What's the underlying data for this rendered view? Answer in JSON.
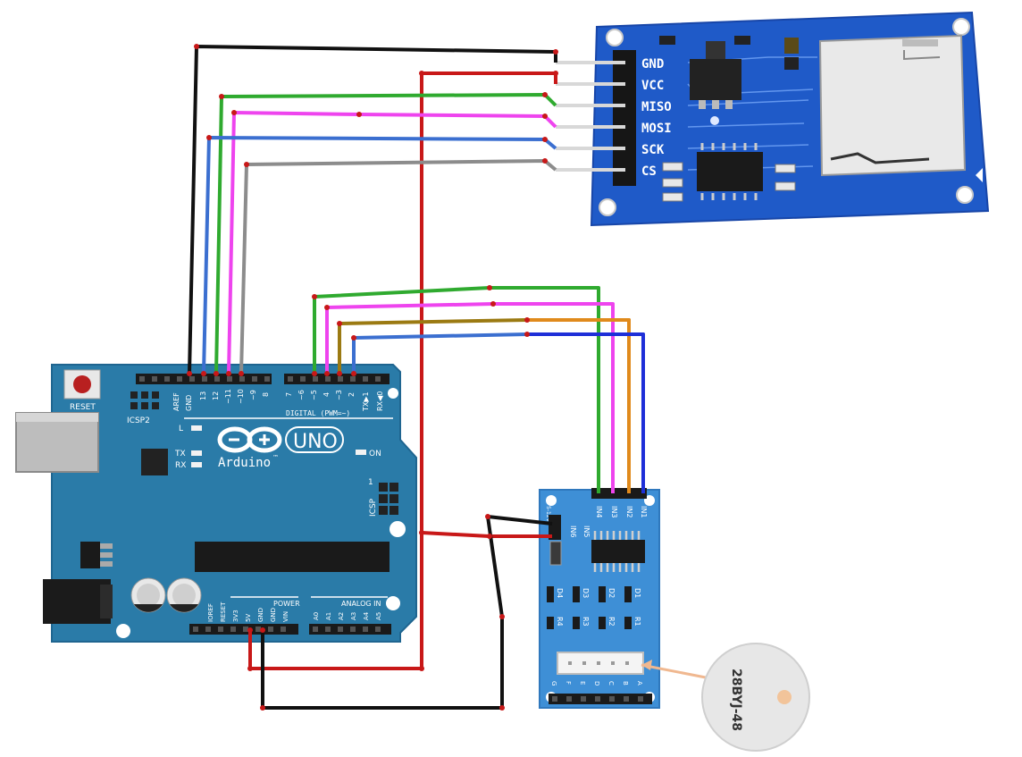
{
  "sd_module": {
    "pins": [
      "GND",
      "VCC",
      "MISO",
      "MOSI",
      "SCK",
      "CS"
    ]
  },
  "arduino": {
    "reset_label": "RESET",
    "icsp2_label": "ICSP2",
    "icsp_label": "ICSP",
    "icsp_num": "1",
    "digital_label": "DIGITAL (PWM=~)",
    "top_pins": [
      "AREF",
      "GND",
      "13",
      "12",
      "~11",
      "~10",
      "~9",
      "8",
      "7",
      "~6",
      "~5",
      "4",
      "~3",
      "2",
      "TX▶1",
      "RX◀0"
    ],
    "l_label": "L",
    "tx_label": "TX",
    "rx_label": "RX",
    "on_label": "ON",
    "logo_text": "Arduino",
    "tm": "™",
    "uno_text": "UNO",
    "power_label": "POWER",
    "analog_label": "ANALOG IN",
    "power_pins": [
      "IOREF",
      "RESET",
      "3V3",
      "5V",
      "GND",
      "GND",
      "VIN"
    ],
    "analog_pins": [
      "A0",
      "A1",
      "A2",
      "A3",
      "A4",
      "A5"
    ]
  },
  "driver": {
    "inputs": [
      "IN6",
      "IN5",
      "IN4",
      "IN3",
      "IN2",
      "IN1"
    ],
    "leds": [
      "D4",
      "D3",
      "D2",
      "D1"
    ],
    "resistors": [
      "R4",
      "R3",
      "R2",
      "R1"
    ],
    "bottom_pins": [
      "G",
      "F",
      "E",
      "D",
      "C",
      "B",
      "A"
    ],
    "side_label": "5-12V"
  },
  "motor": {
    "label": "28BYJ-48"
  },
  "colors": {
    "board_blue": "#2a7ba8",
    "sd_blue": "#1f5ac8",
    "driver_blue": "#3e8fd6",
    "wire_black": "#111111",
    "wire_red": "#c81818",
    "wire_green": "#2faa2f",
    "wire_magenta": "#ee44ee",
    "wire_blue": "#3b6fd0",
    "wire_gray": "#8c8c8c",
    "wire_orange": "#e08a1c",
    "wire_olive": "#9b7a12",
    "wire_darkblue": "#1e2fd8"
  }
}
